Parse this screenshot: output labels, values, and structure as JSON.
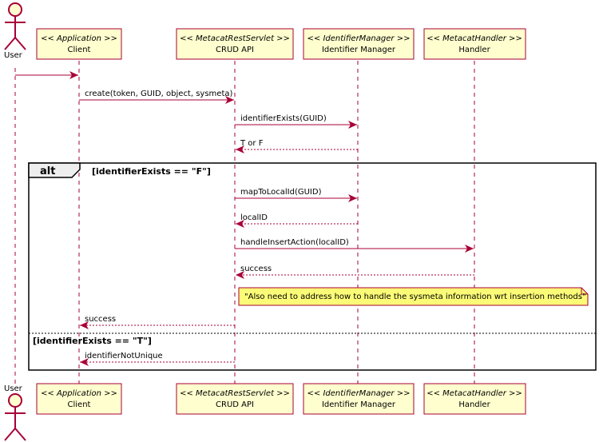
{
  "colors": {
    "participant_fill": "#FEFECE",
    "border": "#A80036",
    "note_fill": "#FBFB77",
    "fragment_header": "#EEEEEE"
  },
  "actor": {
    "label": "User"
  },
  "participants": [
    {
      "stereotype": "<< Application >>",
      "name": "Client"
    },
    {
      "stereotype": "<< MetacatRestServlet >>",
      "name": "CRUD API"
    },
    {
      "stereotype": "<< IdentifierManager >>",
      "name": "Identifier Manager"
    },
    {
      "stereotype": "<< MetacatHandler >>",
      "name": "Handler"
    }
  ],
  "messages": [
    {
      "label": "",
      "dashed": false
    },
    {
      "label": "create(token, GUID, object, sysmeta)",
      "dashed": false
    },
    {
      "label": "identifierExists(GUID)",
      "dashed": false
    },
    {
      "label": "T or F",
      "dashed": true
    },
    {
      "label": "mapToLocalId(GUID)",
      "dashed": false
    },
    {
      "label": "localID",
      "dashed": true
    },
    {
      "label": "handleInsertAction(localID)",
      "dashed": false
    },
    {
      "label": "success",
      "dashed": true
    },
    {
      "label": "success",
      "dashed": true
    },
    {
      "label": "identifierNotUnique",
      "dashed": true
    }
  ],
  "fragment": {
    "keyword": "alt",
    "guard1": "[identifierExists == \"F\"]",
    "guard2": "[identifierExists == \"T\"]"
  },
  "note": {
    "text": "\"Also need to address how to handle the sysmeta information wrt insertion methods\""
  }
}
